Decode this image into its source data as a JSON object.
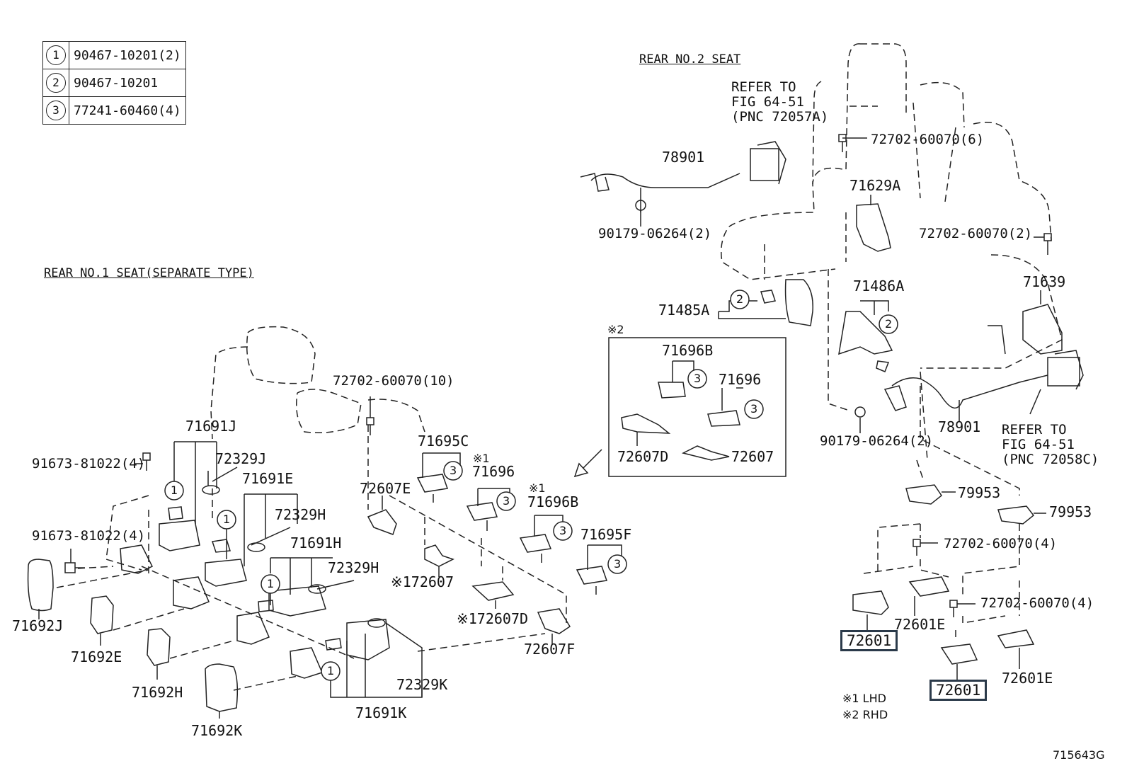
{
  "legend": [
    {
      "num": "1",
      "part": "90467-10201(2)"
    },
    {
      "num": "2",
      "part": "90467-10201"
    },
    {
      "num": "3",
      "part": "77241-60460(4)"
    }
  ],
  "titles": {
    "rear_no2": "REAR NO.2 SEAT",
    "rear_no1": "REAR NO.1 SEAT(SEPARATE TYPE)"
  },
  "refer_top": [
    "REFER TO",
    "FIG 64-51",
    "(PNC 72057A)"
  ],
  "refer_right": [
    "REFER TO",
    "FIG 64-51",
    "(PNC 72058C)"
  ],
  "labels": {
    "p78901_top": "78901",
    "p90179_top": "90179-06264(2)",
    "p72702_6": "72702-60070(6)",
    "p71629A": "71629A",
    "p72702_2": "72702-60070(2)",
    "p71485A": "71485A",
    "p71486A": "71486A",
    "p71639": "71639",
    "p78901_right": "78901",
    "p90179_right": "90179-06264(2)",
    "p79953_a": "79953",
    "p79953_b": "79953",
    "p72702_4a": "72702-60070(4)",
    "p72702_4b": "72702-60070(4)",
    "p72601_a": "72601",
    "p72601E_a": "72601E",
    "p72601_b": "72601",
    "p72601E_b": "72601E",
    "note1": "※1 LHD",
    "note2": "※2 RHD",
    "inset_mark": "※2",
    "p71696B_i": "71696B",
    "p71696_i": "71696",
    "p72607D_i": "72607D",
    "p72607_i": "72607",
    "p72702_10": "72702-60070(10)",
    "p71691J": "71691J",
    "p91673_a": "91673-81022(4)",
    "p72329J": "72329J",
    "p71691E": "71691E",
    "p72329H_a": "72329H",
    "p91673_b": "91673-81022(4)",
    "p71691H": "71691H",
    "p72329H_b": "72329H",
    "p71695C": "71695C",
    "p71696_m": "71696",
    "mark1_a": "※1",
    "p72607E": "72607E",
    "mark1_b": "※1",
    "p71696B_m": "71696B",
    "p71695F": "71695F",
    "p72607_m": "※172607",
    "p72607D_m": "※172607D",
    "p72607F": "72607F",
    "p71692J": "71692J",
    "p71692E": "71692E",
    "p71692H": "71692H",
    "p71692K": "71692K",
    "p72329K": "72329K",
    "p71691K": "71691K",
    "fig_id": "715643G"
  },
  "circles": {
    "c1": "1",
    "c2": "2",
    "c3": "3"
  }
}
